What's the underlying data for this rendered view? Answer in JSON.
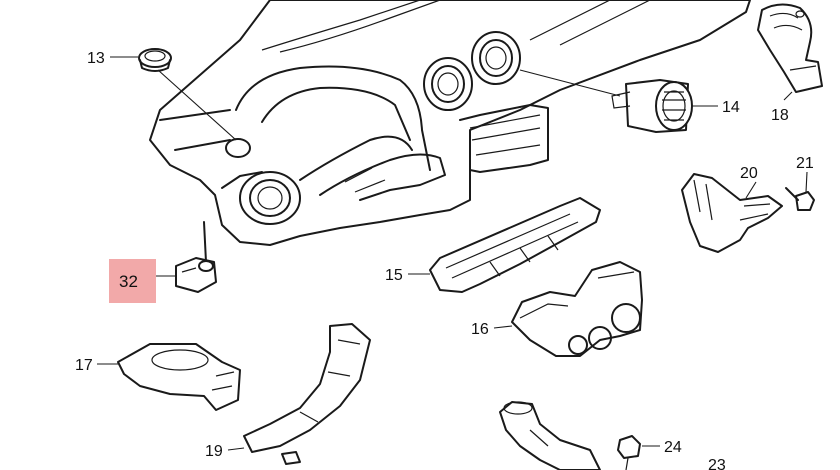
{
  "diagram": {
    "highlight_color": "#f2a9a9",
    "line_color": "#1a1a1a",
    "highlighted_callout": "32",
    "callouts": {
      "c13": "13",
      "c14": "14",
      "c15": "15",
      "c16": "16",
      "c17": "17",
      "c18": "18",
      "c19": "19",
      "c20": "20",
      "c21": "21",
      "c23": "23",
      "c24": "24",
      "c32": "32"
    },
    "parts": [
      "dashboard-panel",
      "grommet",
      "side-air-vent",
      "vent-duct-18",
      "vent-bracket-20",
      "screw-21",
      "air-duct-15",
      "air-distributor-16",
      "duct-17",
      "duct-19",
      "duct-23",
      "clip-24",
      "sensor-32"
    ]
  }
}
